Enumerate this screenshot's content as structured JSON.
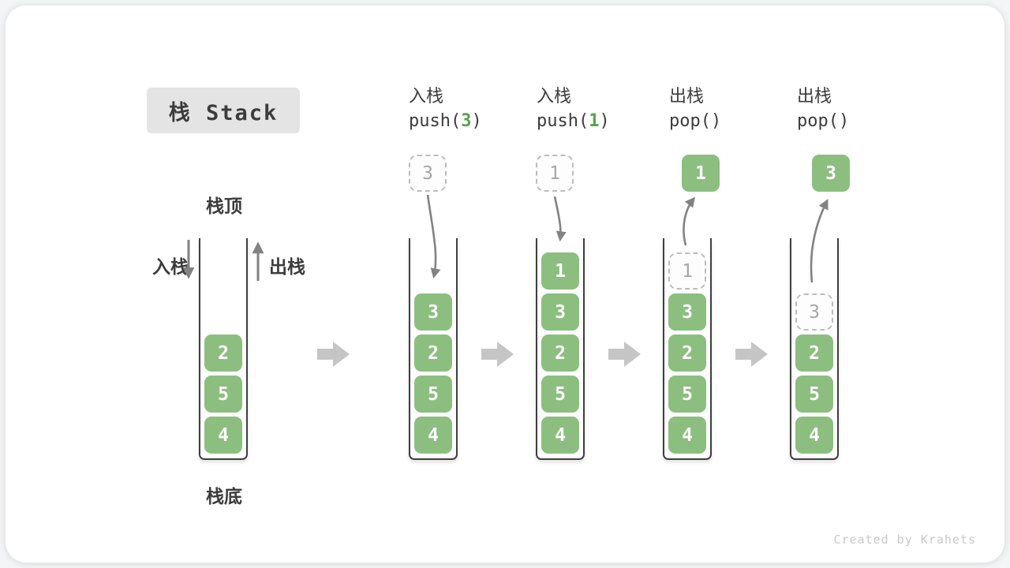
{
  "title": {
    "label": "栈 Stack"
  },
  "watermark": "Created by Krahets",
  "anatomy": {
    "top_label": "栈顶",
    "bottom_label": "栈底",
    "push_label": "入栈",
    "pop_label": "出栈",
    "cells": [
      {
        "value": "2"
      },
      {
        "value": "5"
      },
      {
        "value": "4"
      }
    ]
  },
  "steps": [
    {
      "op": "入栈",
      "code_pre": "push(",
      "code_hl": "3",
      "code_post": ")",
      "floating": {
        "value": "3",
        "style": "dashed"
      },
      "cells": [
        {
          "value": "3",
          "style": "solid"
        },
        {
          "value": "2",
          "style": "solid"
        },
        {
          "value": "5",
          "style": "solid"
        },
        {
          "value": "4",
          "style": "solid"
        }
      ]
    },
    {
      "op": "入栈",
      "code_pre": "push(",
      "code_hl": "1",
      "code_post": ")",
      "floating": {
        "value": "1",
        "style": "dashed"
      },
      "cells": [
        {
          "value": "1",
          "style": "solid"
        },
        {
          "value": "3",
          "style": "solid"
        },
        {
          "value": "2",
          "style": "solid"
        },
        {
          "value": "5",
          "style": "solid"
        },
        {
          "value": "4",
          "style": "solid"
        }
      ]
    },
    {
      "op": "出栈",
      "code_pre": "pop(",
      "code_hl": "",
      "code_post": ")",
      "floating": {
        "value": "1",
        "style": "solid"
      },
      "cells": [
        {
          "value": "1",
          "style": "ghost"
        },
        {
          "value": "3",
          "style": "solid"
        },
        {
          "value": "2",
          "style": "solid"
        },
        {
          "value": "5",
          "style": "solid"
        },
        {
          "value": "4",
          "style": "solid"
        }
      ]
    },
    {
      "op": "出栈",
      "code_pre": "pop(",
      "code_hl": "",
      "code_post": ")",
      "floating": {
        "value": "3",
        "style": "solid"
      },
      "cells": [
        {
          "value": "3",
          "style": "ghost"
        },
        {
          "value": "2",
          "style": "solid"
        },
        {
          "value": "5",
          "style": "solid"
        },
        {
          "value": "4",
          "style": "solid"
        }
      ]
    }
  ],
  "icons": {
    "step_arrow": "right-block-arrow-icon",
    "push_arrow": "down-curved-arrow-icon",
    "pop_arrow": "up-curved-arrow-icon"
  },
  "colors": {
    "cell_green": "#8cbe80",
    "code_green": "#57a14e",
    "ink": "#3c3c3c",
    "well_line": "#3f3f3f",
    "ghost_border": "#bcbcbc",
    "ghost_text": "#a6a6a6",
    "block_arrow": "#c5c5c5",
    "flow_arrow": "#828282",
    "title_bg": "#e4e4e4",
    "watermark": "#c9c9c9"
  }
}
